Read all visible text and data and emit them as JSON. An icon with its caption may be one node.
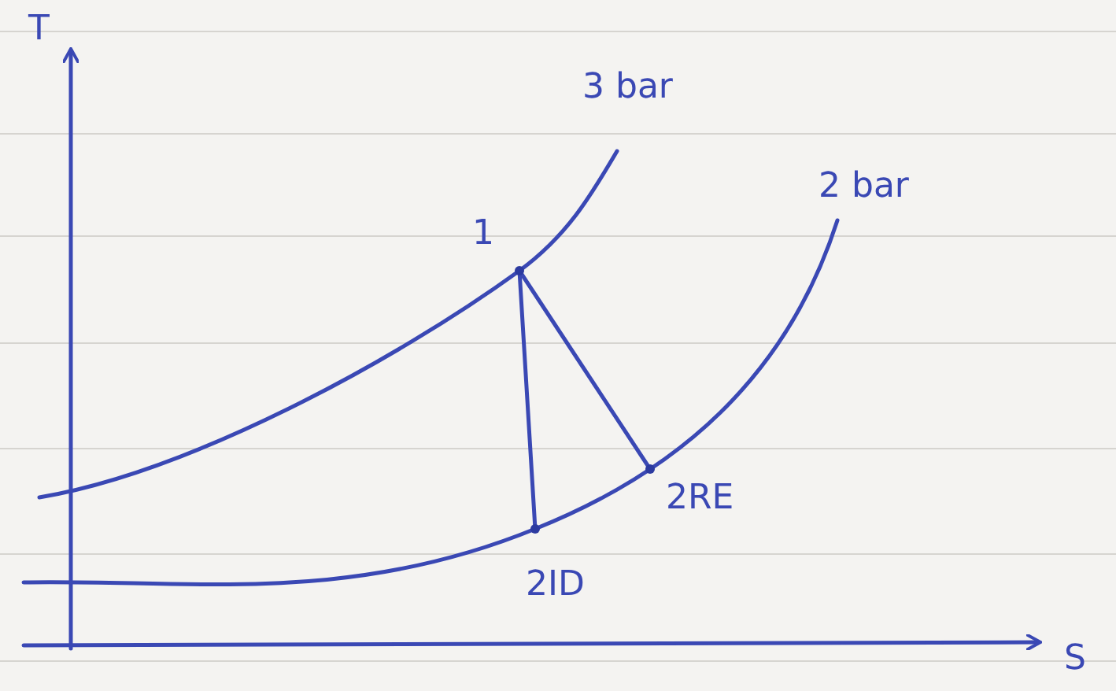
{
  "diagram": {
    "nodes": [
      {
        "text": [
          "1"
        ]
      },
      {
        "text": [
          "2ID"
        ]
      },
      {
        "text": [
          "2RE"
        ]
      }
    ],
    "edges": [
      {
        "from": 0,
        "to": 1,
        "arrow": "none"
      },
      {
        "from": 0,
        "to": 2,
        "arrow": "none"
      }
    ],
    "labels": [
      "T",
      "S",
      "3 bar",
      "2 bar"
    ]
  }
}
